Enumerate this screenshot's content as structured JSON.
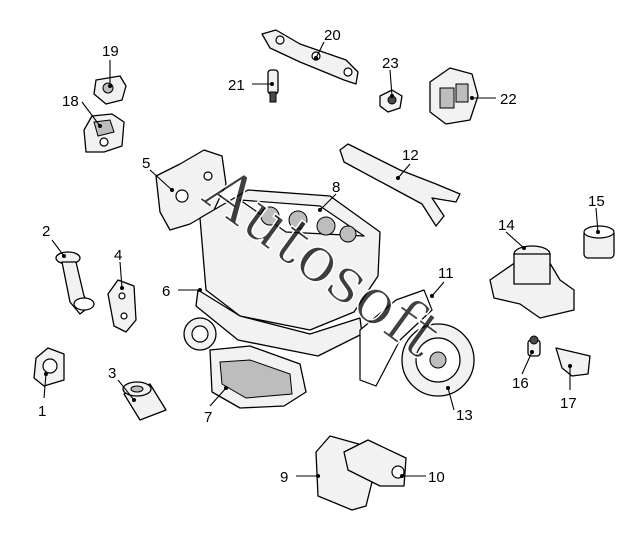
{
  "diagram": {
    "callouts": [
      {
        "id": "1",
        "label": "1"
      },
      {
        "id": "2",
        "label": "2"
      },
      {
        "id": "3",
        "label": "3"
      },
      {
        "id": "4",
        "label": "4"
      },
      {
        "id": "5",
        "label": "5"
      },
      {
        "id": "6",
        "label": "6"
      },
      {
        "id": "7",
        "label": "7"
      },
      {
        "id": "8",
        "label": "8"
      },
      {
        "id": "9",
        "label": "9"
      },
      {
        "id": "10",
        "label": "10"
      },
      {
        "id": "11",
        "label": "11"
      },
      {
        "id": "12",
        "label": "12"
      },
      {
        "id": "13",
        "label": "13"
      },
      {
        "id": "14",
        "label": "14"
      },
      {
        "id": "15",
        "label": "15"
      },
      {
        "id": "16",
        "label": "16"
      },
      {
        "id": "17",
        "label": "17"
      },
      {
        "id": "18",
        "label": "18"
      },
      {
        "id": "19",
        "label": "19"
      },
      {
        "id": "20",
        "label": "20"
      },
      {
        "id": "21",
        "label": "21"
      },
      {
        "id": "22",
        "label": "22"
      },
      {
        "id": "23",
        "label": "23"
      }
    ],
    "watermark": "Autosoft"
  }
}
